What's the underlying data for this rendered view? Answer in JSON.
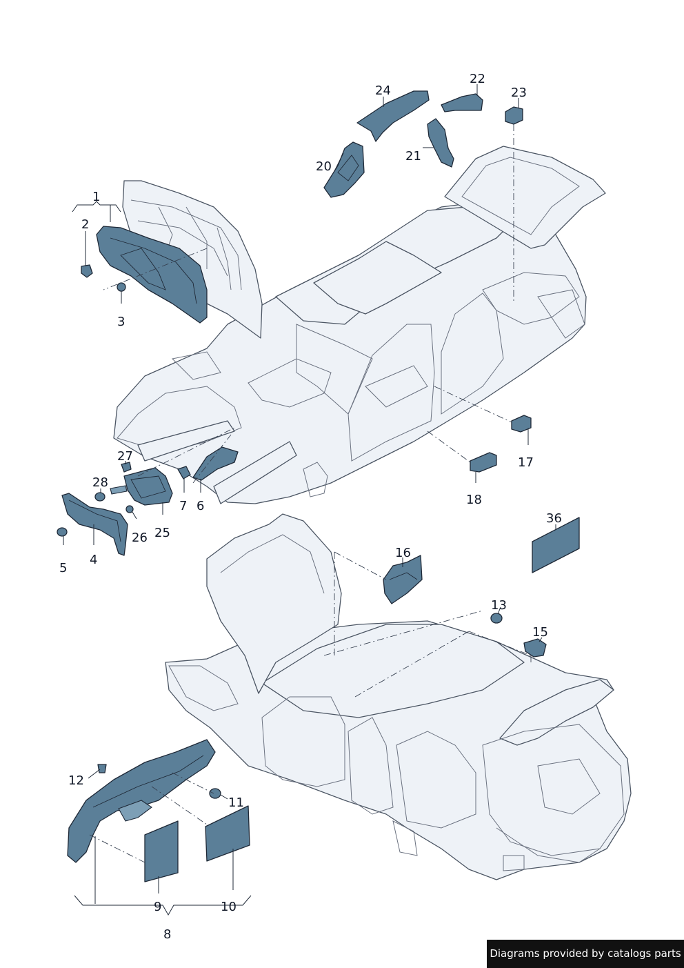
{
  "callouts": [
    "1",
    "2",
    "3",
    "4",
    "5",
    "6",
    "7",
    "8",
    "9",
    "10",
    "11",
    "12",
    "13",
    "15",
    "16",
    "17",
    "18",
    "20",
    "21",
    "22",
    "23",
    "24",
    "25",
    "26",
    "27",
    "28",
    "36"
  ],
  "footer": {
    "text": "Diagrams provided by catalogs parts"
  },
  "colors": {
    "part_fill": "#5b7f98",
    "body_fill": "#eef2f7",
    "outline": "#1f2937"
  }
}
